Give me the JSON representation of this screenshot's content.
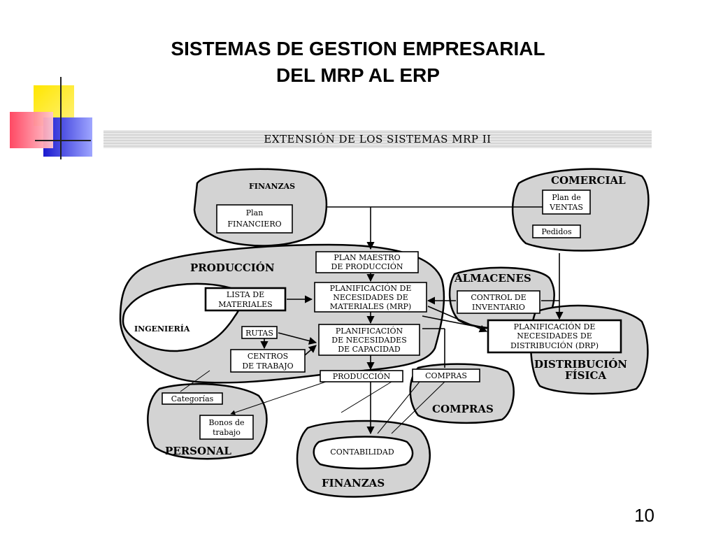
{
  "slide": {
    "title_line1": "SISTEMAS DE GESTION EMPRESARIAL",
    "title_line2": "DEL MRP AL ERP",
    "page_number": "10"
  },
  "diagram": {
    "banner": "EXTENSIÓN DE LOS SISTEMAS MRP II",
    "areas": {
      "finanzas_top": "FINANZAS",
      "comercial": "COMERCIAL",
      "produccion": "PRODUCCIÓN",
      "almacenes": "ALMACENES",
      "ingenieria": "INGENIERÍA",
      "distribucion_1": "DISTRIBUCIÓN",
      "distribucion_2": "FÍSICA",
      "compras": "COMPRAS",
      "personal": "PERSONAL",
      "finanzas_bottom": "FINANZAS"
    },
    "boxes": {
      "plan_financiero": [
        "Plan",
        "FINANCIERO"
      ],
      "plan_ventas": [
        "Plan de",
        "VENTAS"
      ],
      "pedidos": [
        "Pedidos"
      ],
      "plan_maestro": [
        "PLAN MAESTRO",
        "DE PRODUCCIÓN"
      ],
      "mrp": [
        "PLANIFICACIÓN DE",
        "NECESIDADES DE",
        "MATERIALES (MRP)"
      ],
      "lista_materiales": [
        "LISTA DE",
        "MATERIALES"
      ],
      "control_inventario": [
        "CONTROL DE",
        "INVENTARIO"
      ],
      "drp": [
        "PLANIFICACIÓN DE",
        "NECESIDADES DE",
        "DISTRIBUCIÓN (DRP)"
      ],
      "rutas": [
        "RUTAS"
      ],
      "capacidad": [
        "PLANIFICACIÓN",
        "DE NECESIDADES",
        "DE CAPACIDAD"
      ],
      "centros_trabajo": [
        "CENTROS",
        "DE TRABAJO"
      ],
      "produccion_box": [
        "PRODUCCIÓN"
      ],
      "compras_box": [
        "COMPRAS"
      ],
      "categorias": [
        "Categorías"
      ],
      "bonos_trabajo": [
        "Bonos de",
        "trabajo"
      ],
      "contabilidad": [
        "CONTABILIDAD"
      ]
    }
  }
}
